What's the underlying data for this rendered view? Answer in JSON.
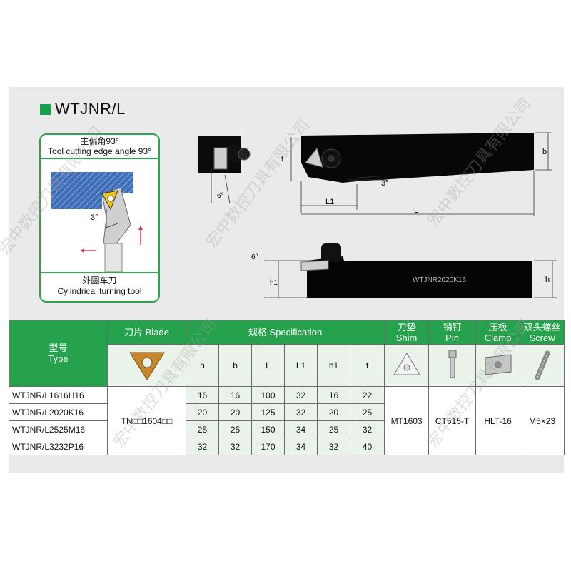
{
  "title": "WTJNR/L",
  "figure": {
    "caption_top_cn": "主偏角93°",
    "caption_top_en": "Tool cutting edge angle 93°",
    "angle_label": "3°",
    "caption_bottom_cn": "外圆车刀",
    "caption_bottom_en": "Cylindrical turning tool"
  },
  "drawing": {
    "end_view_angle": "6°",
    "top_view": {
      "f": "f",
      "b": "b",
      "angle": "3°",
      "L1": "L1",
      "L": "L"
    },
    "side_view": {
      "angle": "6°",
      "h1": "h1",
      "h": "h",
      "body_text": "WTJNR2020K16"
    }
  },
  "table": {
    "header": {
      "type_cn": "型号",
      "type_en": "Type",
      "blade": "刀片 Blade",
      "spec": "规格 Specification",
      "shim_cn": "刀垫",
      "shim_en": "Shim",
      "pin_cn": "销钉",
      "pin_en": "Pin",
      "clamp_cn": "压板",
      "clamp_en": "Clamp",
      "screw_cn": "双头螺丝",
      "screw_en": "Screw"
    },
    "columns": [
      "h",
      "b",
      "L",
      "L1",
      "h1",
      "f"
    ],
    "rows": [
      {
        "type": "WTJNR/L1616H16",
        "values": [
          "16",
          "16",
          "100",
          "32",
          "16",
          "22"
        ]
      },
      {
        "type": "WTJNR/L2020K16",
        "values": [
          "20",
          "20",
          "125",
          "32",
          "20",
          "25"
        ]
      },
      {
        "type": "WTJNR/L2525M16",
        "values": [
          "25",
          "25",
          "150",
          "34",
          "25",
          "32"
        ]
      },
      {
        "type": "WTJNR/L3232P16",
        "values": [
          "32",
          "32",
          "170",
          "34",
          "32",
          "40"
        ]
      }
    ],
    "blade_value": "TN□□1604□□",
    "shim_value": "MT1603",
    "pin_value": "CT515-T",
    "clamp_value": "HLT-16",
    "screw_value": "M5×23"
  },
  "watermark": "宏中数控刀具有限公司",
  "colors": {
    "accent": "#27a24c",
    "panel": "#eaeaea",
    "tool": "#0a0a0a"
  }
}
